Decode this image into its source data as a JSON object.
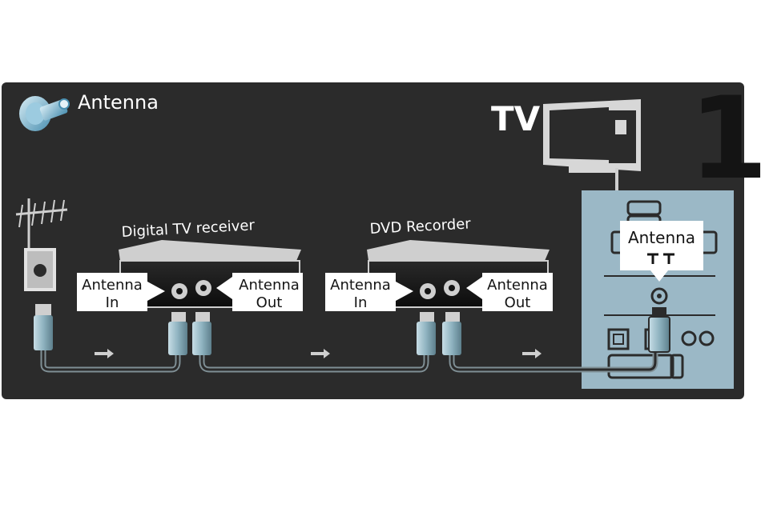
{
  "header": {
    "title": "Antenna",
    "title_icon": "antenna-plug-icon"
  },
  "tv": {
    "label": "TV",
    "step_number": "1"
  },
  "devices": {
    "receiver_title": "Digital TV receiver",
    "recorder_title": "DVD Recorder"
  },
  "ports": {
    "receiver_in_1": "Antenna",
    "receiver_in_2": "In",
    "receiver_out_1": "Antenna",
    "receiver_out_2": "Out",
    "recorder_in_1": "Antenna",
    "recorder_in_2": "In",
    "recorder_out_1": "Antenna",
    "recorder_out_2": "Out",
    "tv_antenna": "Antenna"
  },
  "colors": {
    "panel": "#2b2b2b",
    "device": "#141414",
    "tv_back": "#9bb8c6",
    "cable": "#7f8f95",
    "plug": "#8fb3c0",
    "label_bg": "#ffffff",
    "text": "#ffffff"
  }
}
